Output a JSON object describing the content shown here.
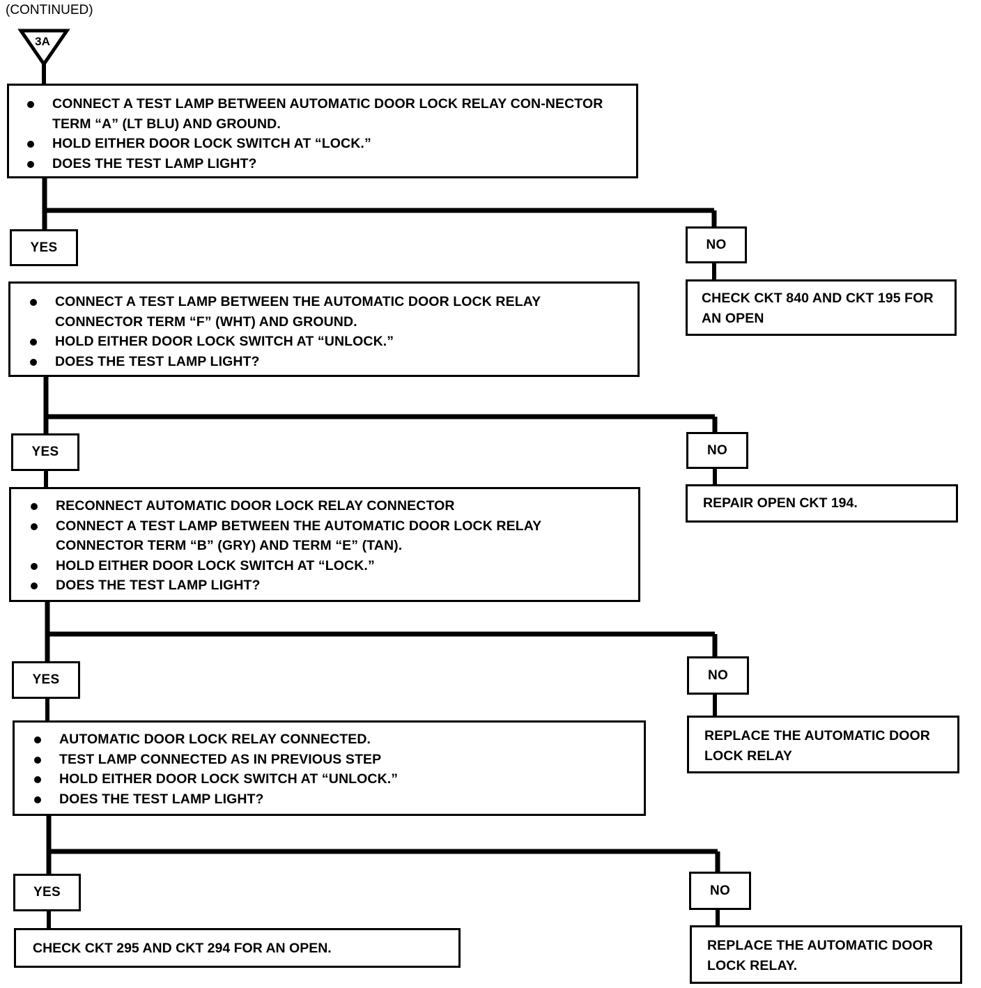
{
  "header": {
    "continued_label": "(CONTINUED)",
    "entry_marker": "3A"
  },
  "labels": {
    "yes": "YES",
    "no": "NO"
  },
  "steps": [
    {
      "bullets": [
        "CONNECT A TEST LAMP BETWEEN AUTOMATIC DOOR LOCK RELAY CON-NECTOR TERM “A” (LT BLU) AND GROUND.",
        "HOLD EITHER DOOR LOCK SWITCH AT “LOCK.”",
        "DOES THE TEST LAMP LIGHT?"
      ],
      "no_result": "CHECK CKT 840 AND CKT 195 FOR AN OPEN"
    },
    {
      "bullets": [
        "CONNECT A TEST LAMP BETWEEN THE AUTOMATIC DOOR LOCK RELAY CONNECTOR TERM “F” (WHT) AND GROUND.",
        "HOLD EITHER DOOR LOCK SWITCH AT “UNLOCK.”",
        "DOES THE TEST LAMP LIGHT?"
      ],
      "no_result": "REPAIR OPEN CKT 194."
    },
    {
      "bullets": [
        "RECONNECT AUTOMATIC DOOR LOCK RELAY CONNECTOR",
        "CONNECT A TEST LAMP BETWEEN THE AUTOMATIC DOOR LOCK RELAY CONNECTOR TERM “B” (GRY) AND TERM “E” (TAN).",
        "HOLD EITHER DOOR LOCK SWITCH AT “LOCK.”",
        "DOES THE TEST LAMP LIGHT?"
      ],
      "no_result": "REPLACE THE AUTOMATIC DOOR LOCK RELAY"
    },
    {
      "bullets": [
        "AUTOMATIC DOOR LOCK RELAY CONNECTED.",
        "TEST LAMP CONNECTED AS IN PREVIOUS STEP",
        "HOLD EITHER DOOR LOCK SWITCH AT “UNLOCK.”",
        "DOES THE TEST LAMP LIGHT?"
      ],
      "no_result": "REPLACE THE AUTOMATIC DOOR LOCK RELAY."
    }
  ],
  "final_yes_result": "CHECK CKT 295 AND CKT 294 FOR AN OPEN."
}
